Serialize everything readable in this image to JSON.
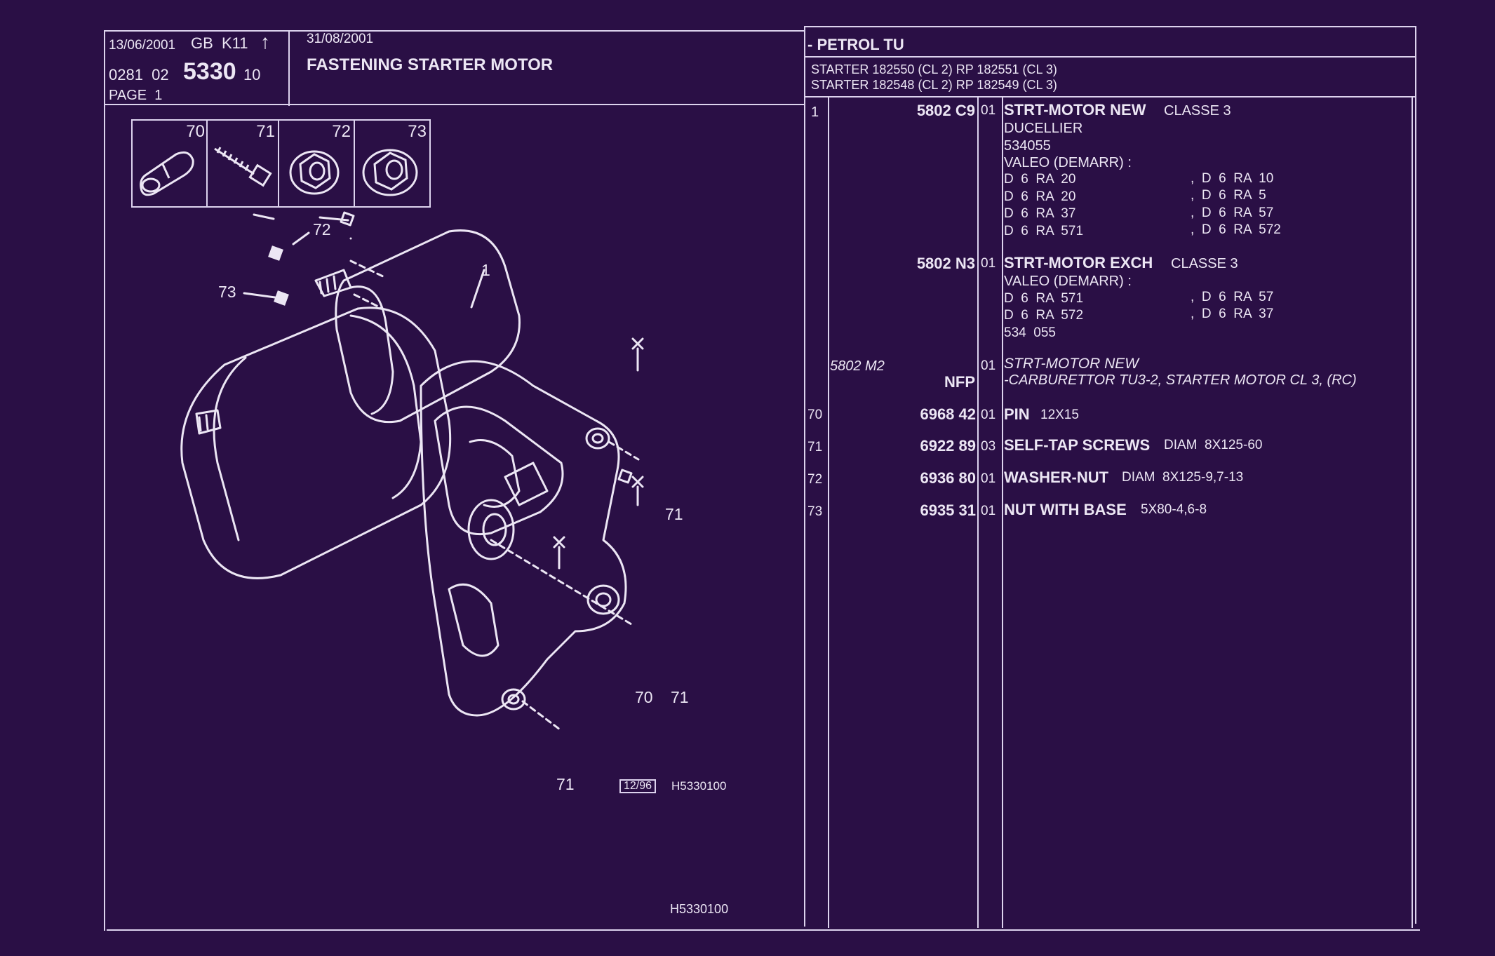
{
  "header": {
    "date1": "13/06/2001",
    "lang_code": "GB  K11",
    "arrow": "↑",
    "ref_prefix": "0281  02",
    "ref_main": "5330",
    "ref_suffix": "10",
    "page_label": "PAGE  1",
    "date2": "31/08/2001",
    "title": "FASTENING STARTER MOTOR",
    "petrol": "- PETROL TU",
    "starter_line1": "STARTER 182550 (CL 2) RP 182551 (CL 3)",
    "starter_line2": "STARTER 182548 (CL 2) RP 182549 (CL 3)"
  },
  "thumbs": [
    "70",
    "71",
    "72",
    "73"
  ],
  "diagram": {
    "labels": {
      "c72": "72",
      "c73": "73",
      "c1": "1",
      "c71a": "71",
      "c70": "70",
      "c71b": "71",
      "c71c": "71"
    },
    "stamp": "12/96",
    "ref": "H5330100",
    "footer_ref": "H5330100"
  },
  "parts": {
    "r1": {
      "ref": "1",
      "code": "5802 C9",
      "qty": "01",
      "name": "STRT-MOTOR NEW",
      "desc": "CLASSE 3",
      "lines": [
        "DUCELLIER",
        "534055",
        "VALEO (DEMARR) :"
      ],
      "grid": [
        [
          "D  6  RA  20",
          ",  D  6  RA  10"
        ],
        [
          "D  6  RA  20",
          ",  D  6  RA  5"
        ],
        [
          "D  6  RA  37",
          ",  D  6  RA  57"
        ],
        [
          "D  6  RA  571",
          ",  D  6  RA  572"
        ]
      ]
    },
    "r2": {
      "code": "5802 N3",
      "qty": "01",
      "name": "STRT-MOTOR EXCH",
      "desc": "CLASSE 3",
      "lines": [
        "VALEO (DEMARR) :"
      ],
      "grid": [
        [
          "D  6  RA  571",
          ",  D  6  RA  57"
        ],
        [
          "D  6  RA  572",
          ",  D  6  RA  37"
        ]
      ],
      "tail": "534  055"
    },
    "r3": {
      "code": "5802 M2",
      "nfp": "NFP",
      "qty": "01",
      "name": "STRT-MOTOR NEW",
      "line2": "-CARBURETTOR TU3-2, STARTER MOTOR CL 3, (RC)"
    },
    "r4": {
      "ref": "70",
      "code": "6968 42",
      "qty": "01",
      "name": "PIN",
      "desc": "12X15"
    },
    "r5": {
      "ref": "71",
      "code": "6922 89",
      "qty": "03",
      "name": "SELF-TAP SCREWS",
      "desc": "DIAM  8X125-60"
    },
    "r6": {
      "ref": "72",
      "code": "6936 80",
      "qty": "01",
      "name": "WASHER-NUT",
      "desc": "DIAM  8X125-9,7-13"
    },
    "r7": {
      "ref": "73",
      "code": "6935 31",
      "qty": "01",
      "name": "NUT WITH BASE",
      "desc": "5X80-4,6-8"
    }
  }
}
